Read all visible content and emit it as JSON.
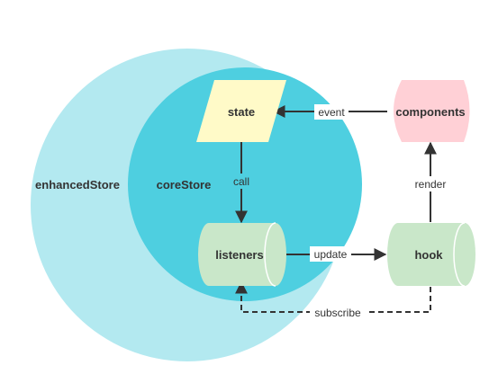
{
  "regions": {
    "enhanced": {
      "label": "enhancedStore",
      "color": "#b3e9f0"
    },
    "core": {
      "label": "coreStore",
      "color": "#4ecfe0"
    }
  },
  "nodes": {
    "state": {
      "label": "state",
      "shape": "parallelogram",
      "color": "#fffac8"
    },
    "listeners": {
      "label": "listeners",
      "shape": "cylinder",
      "color": "#c9e7c9"
    },
    "components": {
      "label": "components",
      "shape": "hexagon",
      "color": "#ffd0d6"
    },
    "hook": {
      "label": "hook",
      "shape": "cylinder",
      "color": "#c9e7c9"
    }
  },
  "edges": {
    "call": {
      "label": "call",
      "from": "state",
      "to": "listeners"
    },
    "update": {
      "label": "update",
      "from": "listeners",
      "to": "hook"
    },
    "render": {
      "label": "render",
      "from": "hook",
      "to": "components"
    },
    "event": {
      "label": "event",
      "from": "components",
      "to": "state"
    },
    "subscribe": {
      "label": "subscribe",
      "from": "hook",
      "to": "listeners",
      "style": "dashed"
    }
  },
  "colors": {
    "line": "#333333",
    "text": "#333333"
  }
}
